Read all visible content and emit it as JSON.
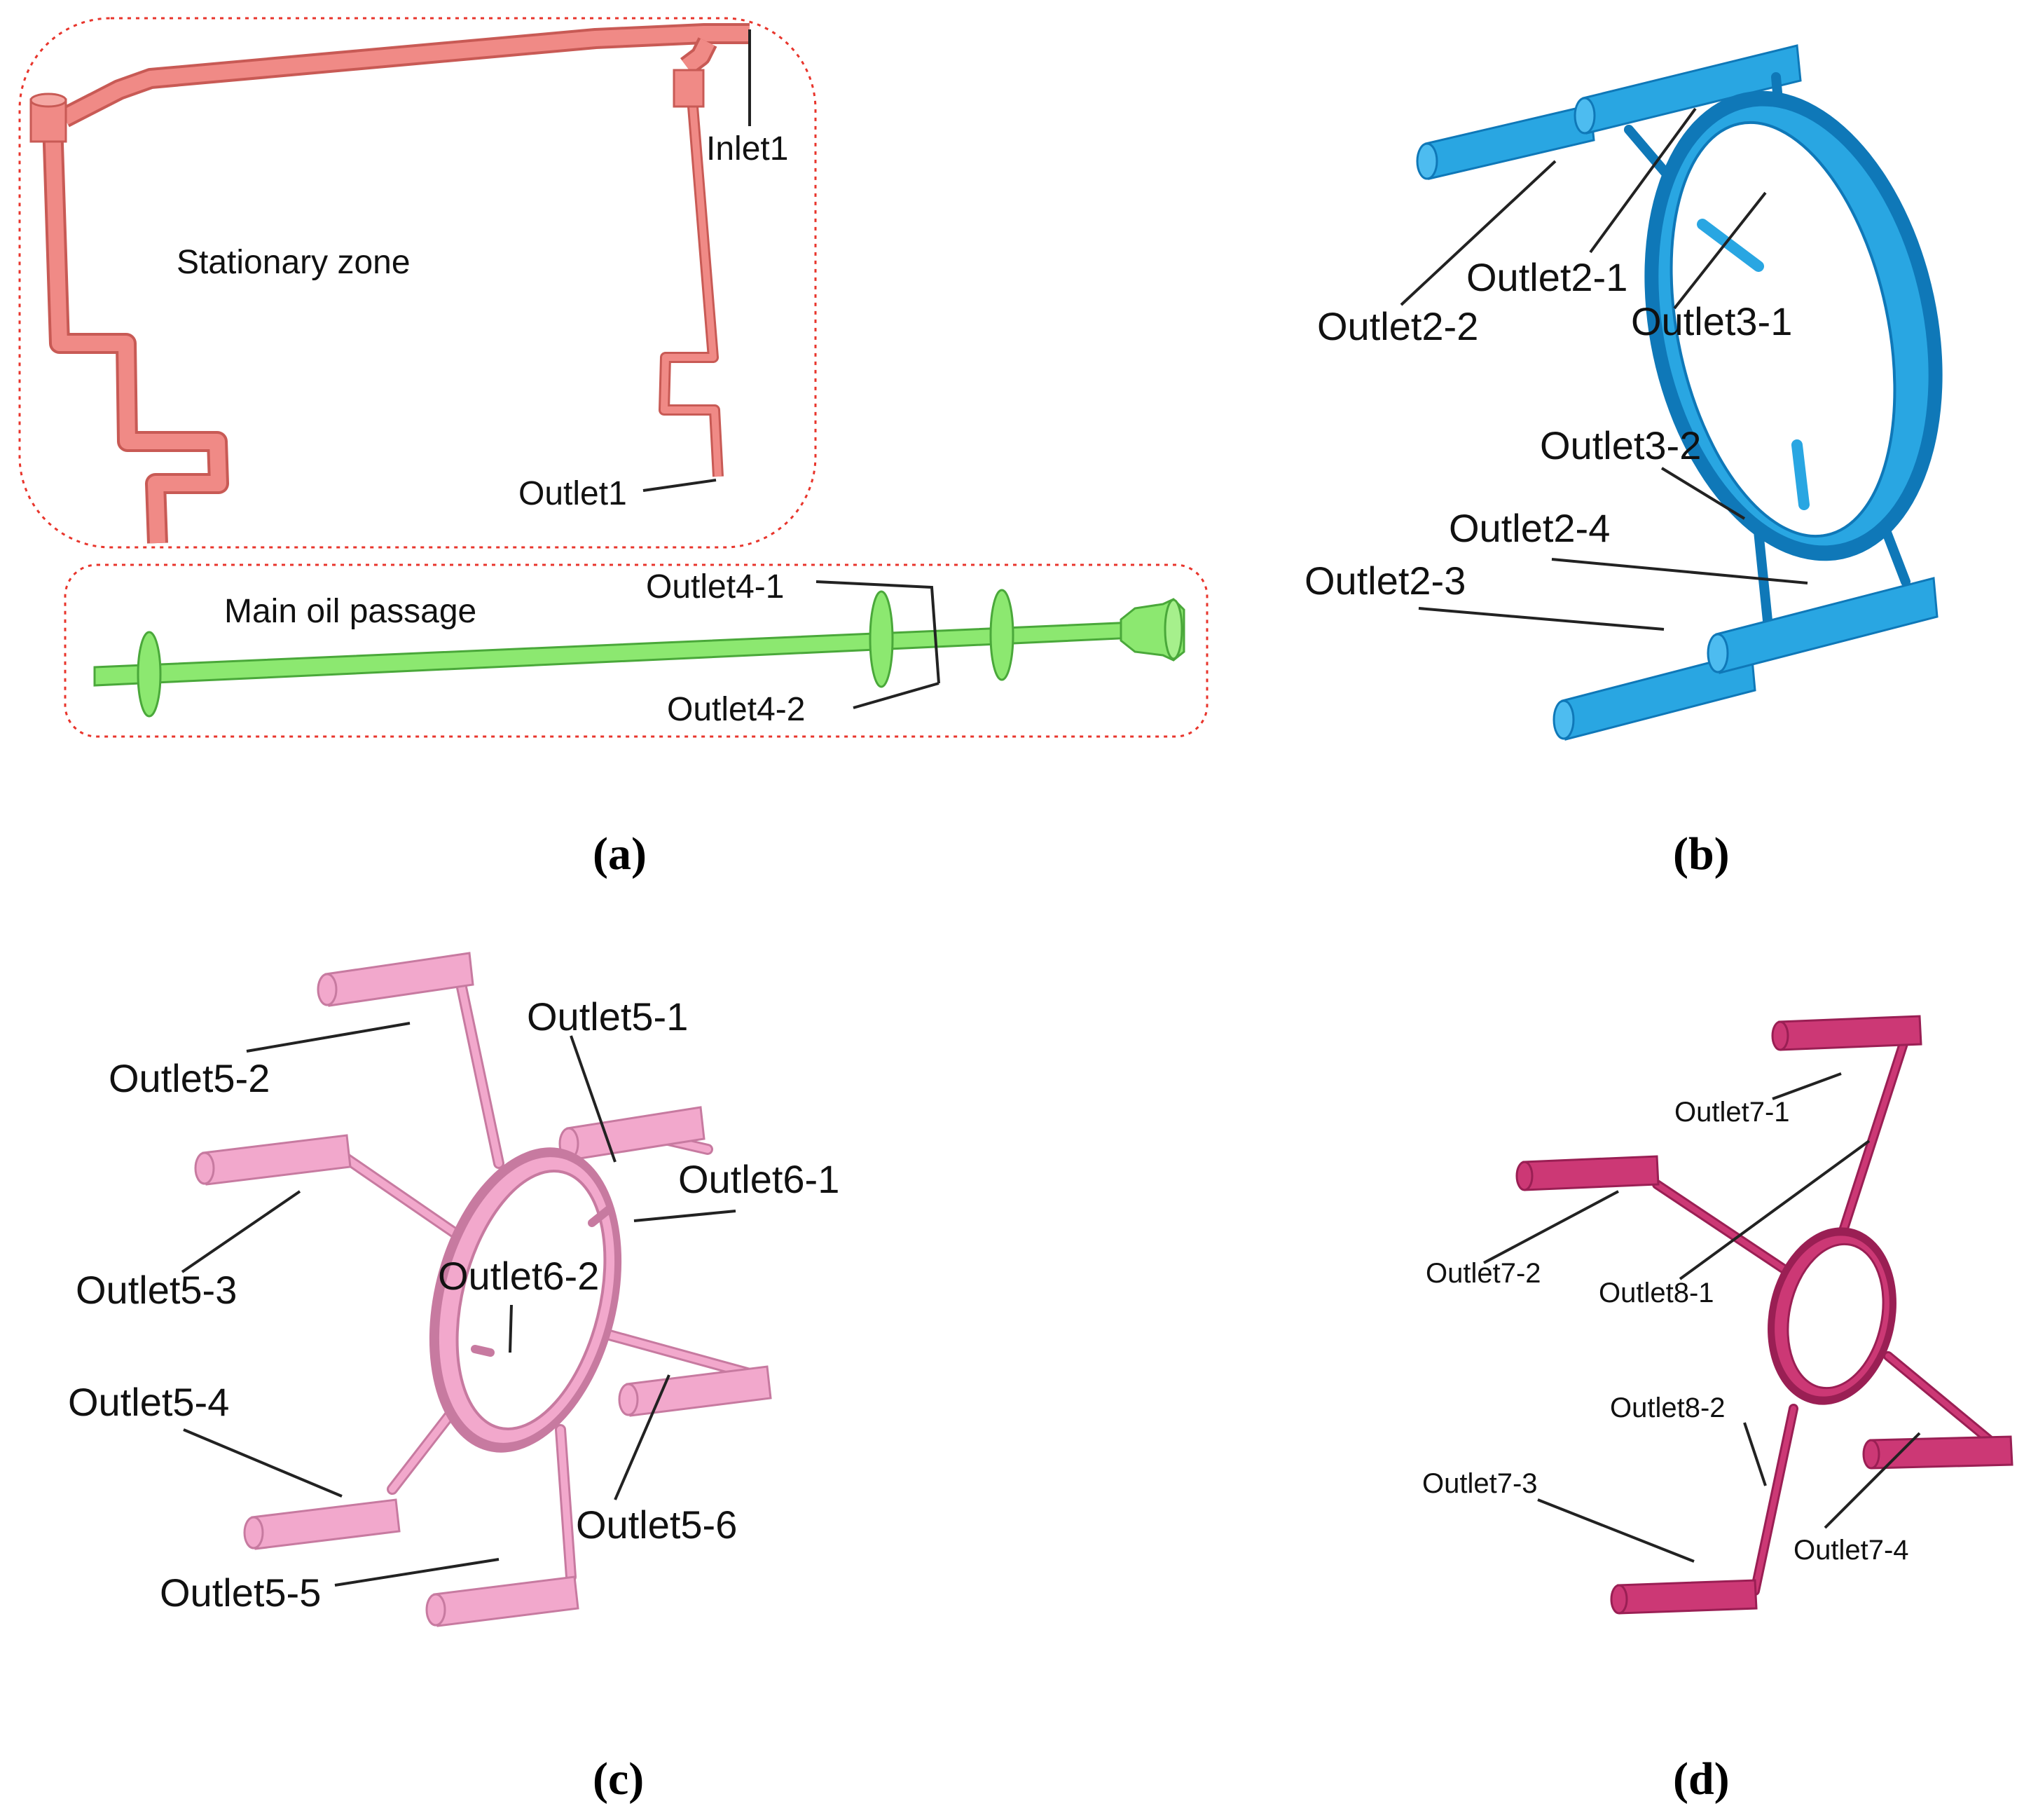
{
  "colors": {
    "panel_a_pipe": "#f08a86",
    "panel_a_pipe_dark": "#c85a55",
    "panel_a_oil": "#8ce870",
    "panel_a_oil_dark": "#4aa83a",
    "frame": "#e8352c",
    "panel_b": "#29a6e2",
    "panel_b_dark": "#0f78b8",
    "panel_c": "#f2a8cc",
    "panel_c_dark": "#c77aa0",
    "panel_d": "#cc3875",
    "panel_d_dark": "#9a1f54"
  },
  "panel_a": {
    "caption": "(a)",
    "zone_label": "Stationary zone",
    "oil_label": "Main oil passage",
    "inlet": "Inlet1",
    "outlet1": "Outlet1",
    "outlet4_1": "Outlet4-1",
    "outlet4_2": "Outlet4-2"
  },
  "panel_b": {
    "caption": "(b)",
    "labels": [
      "Outlet2-1",
      "Outlet2-2",
      "Outlet3-1",
      "Outlet3-2",
      "Outlet2-4",
      "Outlet2-3"
    ]
  },
  "panel_c": {
    "caption": "(c)",
    "labels": [
      "Outlet5-1",
      "Outlet5-2",
      "Outlet6-1",
      "Outlet5-3",
      "Outlet6-2",
      "Outlet5-4",
      "Outlet5-6",
      "Outlet5-5"
    ]
  },
  "panel_d": {
    "caption": "(d)",
    "labels": [
      "Outlet7-1",
      "Outlet7-2",
      "Outlet8-1",
      "Outlet8-2",
      "Outlet7-3",
      "Outlet7-4"
    ]
  }
}
